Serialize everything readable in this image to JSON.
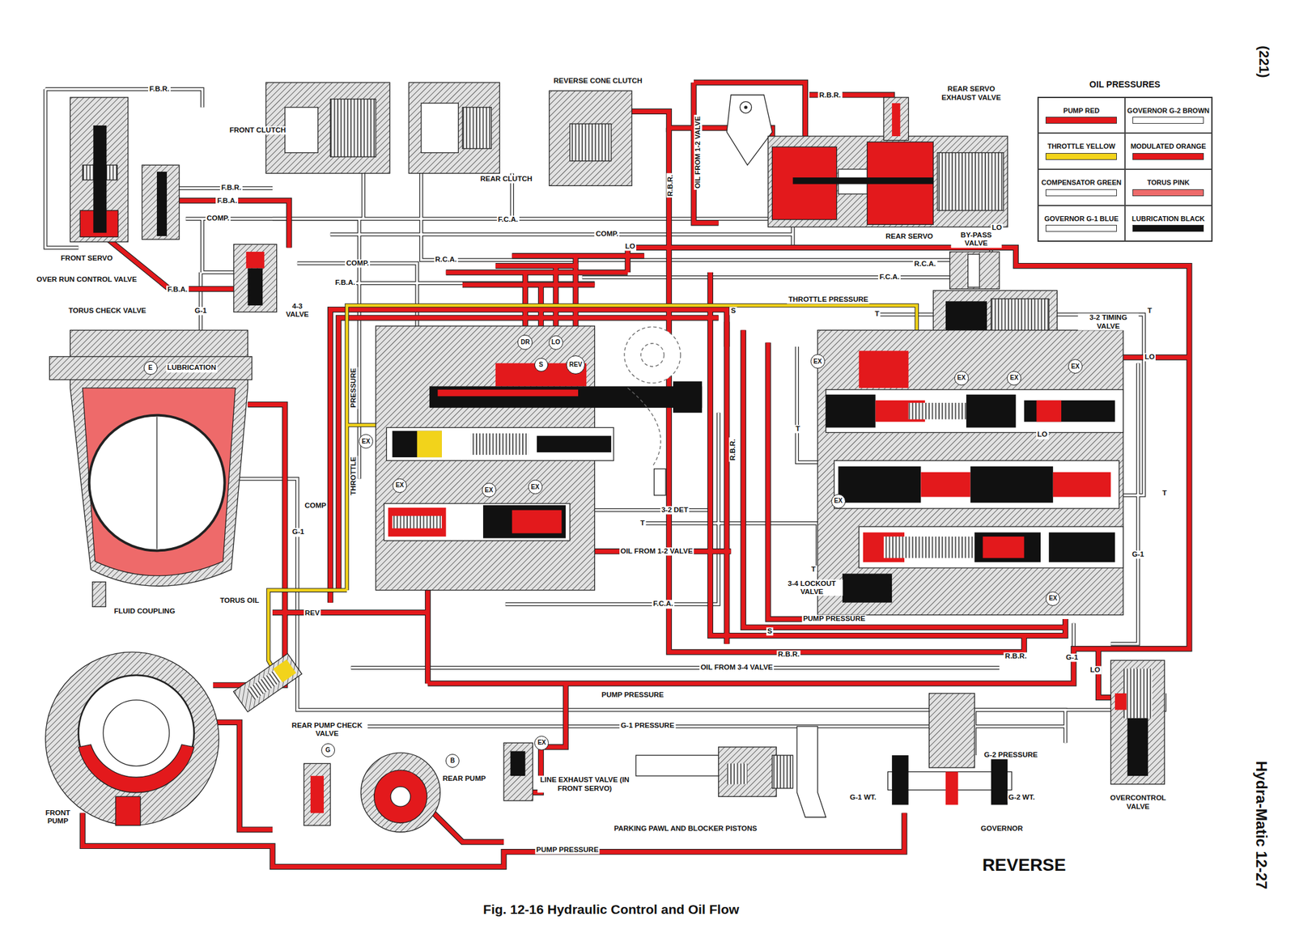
{
  "diagram": {
    "caption": "Fig. 12-16 Hydraulic Control and Oil Flow",
    "nodes": [
      {
        "text": [
          "DR"
        ]
      },
      {
        "text": [
          "LO"
        ]
      },
      {
        "text": [
          "S"
        ]
      },
      {
        "text": [
          "REV"
        ]
      },
      {
        "text": [
          "EX"
        ]
      },
      {
        "text": [
          "EX"
        ]
      },
      {
        "text": [
          "E"
        ]
      },
      {
        "text": [
          "EX"
        ]
      },
      {
        "text": [
          "EX"
        ]
      },
      {
        "text": [
          "EX"
        ]
      },
      {
        "text": [
          "EX"
        ]
      },
      {
        "text": [
          "EX"
        ]
      },
      {
        "text": [
          "EX"
        ]
      },
      {
        "text": [
          "EX"
        ]
      },
      {
        "text": [
          "EX"
        ]
      },
      {
        "text": [
          "EX"
        ]
      },
      {
        "text": [
          "G"
        ]
      },
      {
        "text": [
          "B"
        ]
      }
    ],
    "labels": [
      "F.B.R.",
      "FRONT CLUTCH",
      "REVERSE CONE CLUTCH",
      "REAR SERVO EXHAUST VALVE",
      "R.B.R.",
      "OIL FROM 1-2 VALVE",
      "R.B.R.",
      "REAR CLUTCH",
      "F.B.R.",
      "F.B.A.",
      "COMP.",
      "F.C.A.",
      "COMP.",
      "LO",
      "LO",
      "REAR SERVO",
      "BY-PASS VALVE",
      "FRONT SERVO",
      "COMP.",
      "R.C.A.",
      "R.C.A.",
      "OVER RUN CONTROL VALVE",
      "F.C.A.",
      "F.B.A.",
      "F.B.A.",
      "THROTTLE PRESSURE",
      "TORUS CHECK VALVE",
      "G-1",
      "4-3 VALVE",
      "S",
      "T",
      "T",
      "3-2 TIMING VALVE",
      "LUBRICATION",
      "LO",
      "PRESSURE",
      "R.B.R.",
      "T",
      "LO",
      "THROTTLE",
      "T",
      "COMP",
      "3-2 DET",
      "T",
      "G-1",
      "OIL FROM 1-2 VALVE",
      "G-1",
      "T",
      "3-4 LOCKOUT VALVE",
      "TORUS OIL",
      "F.C.A.",
      "FLUID COUPLING",
      "REV",
      "PUMP PRESSURE",
      "S",
      "R.B.R.",
      "R.B.R.",
      "G-1",
      "OIL FROM 3-4 VALVE",
      "LO",
      "PUMP PRESSURE",
      "G-1 PRESSURE",
      "REAR PUMP CHECK VALVE",
      "G-2 PRESSURE",
      "REAR PUMP",
      "LINE EXHAUST VALVE (IN FRONT SERVO)",
      "G-1 WT.",
      "G-2 WT.",
      "OVERCONTROL VALVE",
      "FRONT PUMP",
      "PARKING PAWL AND BLOCKER PISTONS",
      "GOVERNOR",
      "PUMP PRESSURE",
      "REVERSE",
      "OIL PRESSURES",
      "(221)",
      "Hydra-Matic 12-27"
    ],
    "legend": [
      {
        "text": "PUMP RED",
        "color": "#e3191c"
      },
      {
        "text": "GOVERNOR G-2 BROWN",
        "color": "#ffffff"
      },
      {
        "text": "THROTTLE YELLOW",
        "color": "#f2d31b"
      },
      {
        "text": "MODULATED ORANGE",
        "color": "#e3191c"
      },
      {
        "text": "COMPENSATOR GREEN",
        "color": "#ffffff"
      },
      {
        "text": "TORUS PINK",
        "color": "#ef6b6b"
      },
      {
        "text": "GOVERNOR G-1 BLUE",
        "color": "#ffffff"
      },
      {
        "text": "LUBRICATION BLACK",
        "color": "#111111"
      }
    ]
  }
}
